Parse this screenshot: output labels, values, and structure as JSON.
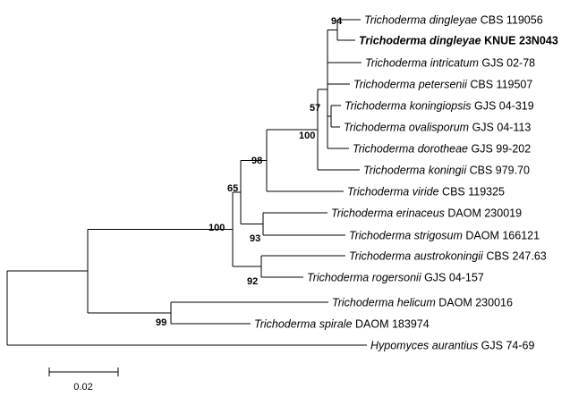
{
  "leaves": [
    {
      "id": "dingleyae1",
      "species": "Trichoderma dingleyae",
      "strain": "CBS 119056",
      "highlight": false
    },
    {
      "id": "dingleyae2",
      "species": "Trichoderma dingleyae",
      "strain": "KNUE 23N043",
      "highlight": true
    },
    {
      "id": "intricatum",
      "species": "Trichoderma intricatum",
      "strain": "GJS 02-78",
      "highlight": false
    },
    {
      "id": "petersenii",
      "species": "Trichoderma petersenii",
      "strain": "CBS 119507",
      "highlight": false
    },
    {
      "id": "koningiopsis",
      "species": "Trichoderma koningiopsis",
      "strain": "GJS 04-319",
      "highlight": false
    },
    {
      "id": "ovalisporum",
      "species": "Trichoderma ovalisporum",
      "strain": "GJS 04-113",
      "highlight": false
    },
    {
      "id": "dorotheae",
      "species": "Trichoderma dorotheae",
      "strain": "GJS 99-202",
      "highlight": false
    },
    {
      "id": "koningii",
      "species": "Trichoderma koningii",
      "strain": "CBS 979.70",
      "highlight": false
    },
    {
      "id": "viride",
      "species": "Trichoderma viride",
      "strain": "CBS 119325",
      "highlight": false
    },
    {
      "id": "erinaceus",
      "species": "Trichoderma erinaceus",
      "strain": "DAOM 230019",
      "highlight": false
    },
    {
      "id": "strigosum",
      "species": "Trichoderma strigosum",
      "strain": "DAOM 166121",
      "highlight": false
    },
    {
      "id": "austrokoningii",
      "species": "Trichoderma austrokoningii",
      "strain": "CBS 247.63",
      "highlight": false
    },
    {
      "id": "rogersonii",
      "species": "Trichoderma rogersonii",
      "strain": "GJS 04-157",
      "highlight": false
    },
    {
      "id": "helicum",
      "species": "Trichoderma helicum",
      "strain": "DAOM 230016",
      "highlight": false
    },
    {
      "id": "spirale",
      "species": "Trichoderma spirale",
      "strain": "DAOM 183974",
      "highlight": false
    },
    {
      "id": "hypomyces",
      "species": "Hypomyces aurantius",
      "strain": "GJS 74-69",
      "highlight": false
    }
  ],
  "bootstrap": [
    {
      "id": "b94",
      "value": "94"
    },
    {
      "id": "b57",
      "value": "57"
    },
    {
      "id": "b100a",
      "value": "100"
    },
    {
      "id": "b98",
      "value": "98"
    },
    {
      "id": "b65",
      "value": "65"
    },
    {
      "id": "b100b",
      "value": "100"
    },
    {
      "id": "b93",
      "value": "93"
    },
    {
      "id": "b92",
      "value": "92"
    },
    {
      "id": "b99",
      "value": "99"
    }
  ],
  "scale_bar": {
    "label": "0.02"
  }
}
